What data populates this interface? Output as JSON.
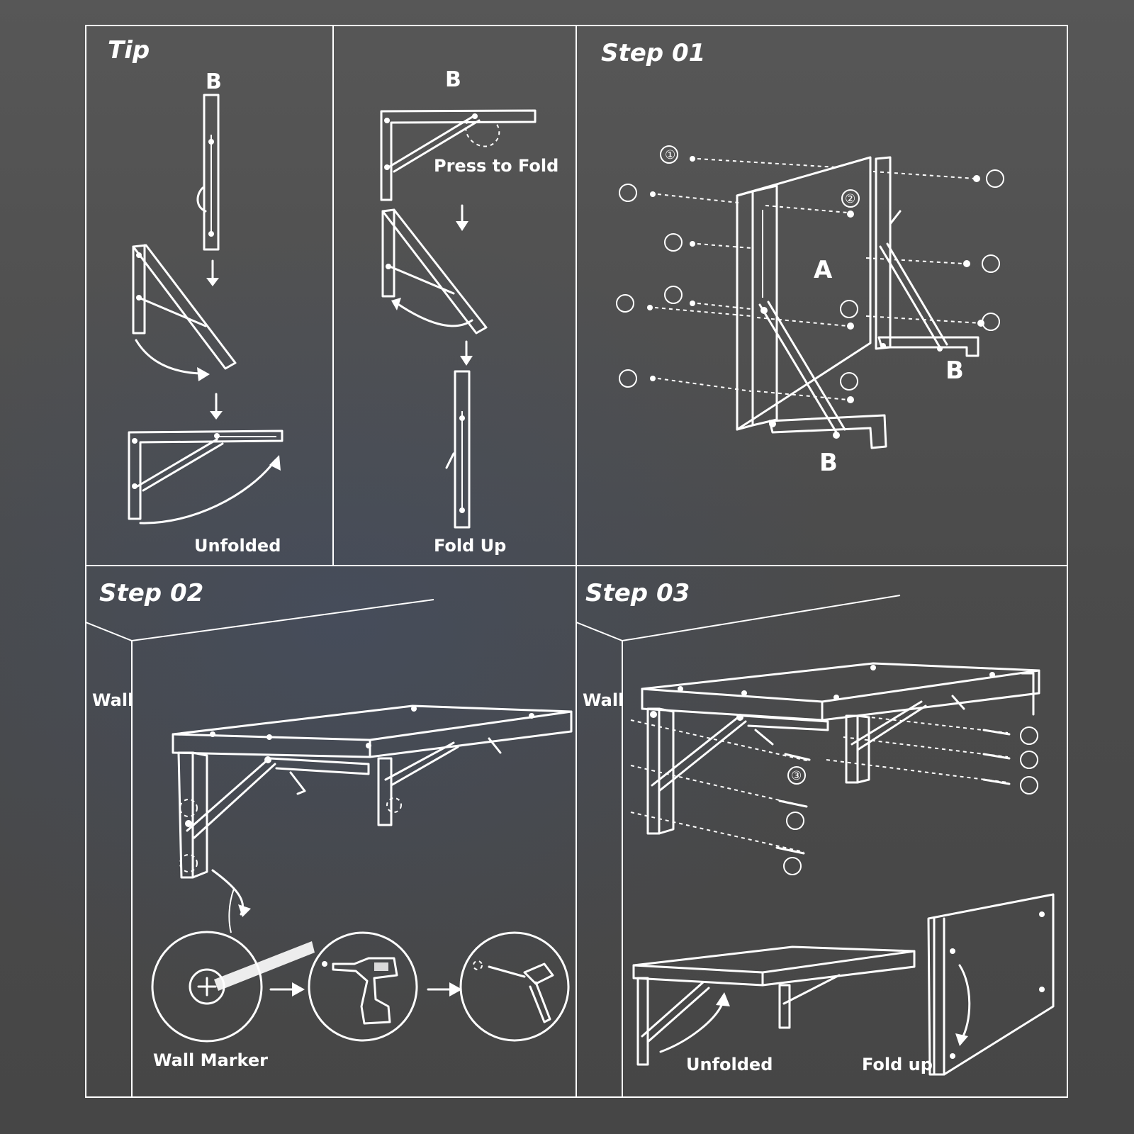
{
  "panels": {
    "tip": {
      "title": "Tip",
      "bracket_label": "B",
      "unfolded_label": "Unfolded"
    },
    "fold": {
      "bracket_label": "B",
      "press_label": "Press to Fold",
      "foldup_label": "Fold Up"
    },
    "step01": {
      "title": "Step 01",
      "board_label": "A",
      "bracket_label_left": "B",
      "bracket_label_right": "B",
      "screw1": "①",
      "screw2": "②"
    },
    "step02": {
      "title": "Step 02",
      "wall_label": "Wall",
      "marker_label": "Wall Marker"
    },
    "step03": {
      "title": "Step 03",
      "wall_label": "Wall",
      "screw3": "③",
      "unfolded_label": "Unfolded",
      "foldup_label": "Fold up"
    }
  },
  "colors": {
    "line": "#ffffff",
    "background": "#4a4a4a"
  }
}
